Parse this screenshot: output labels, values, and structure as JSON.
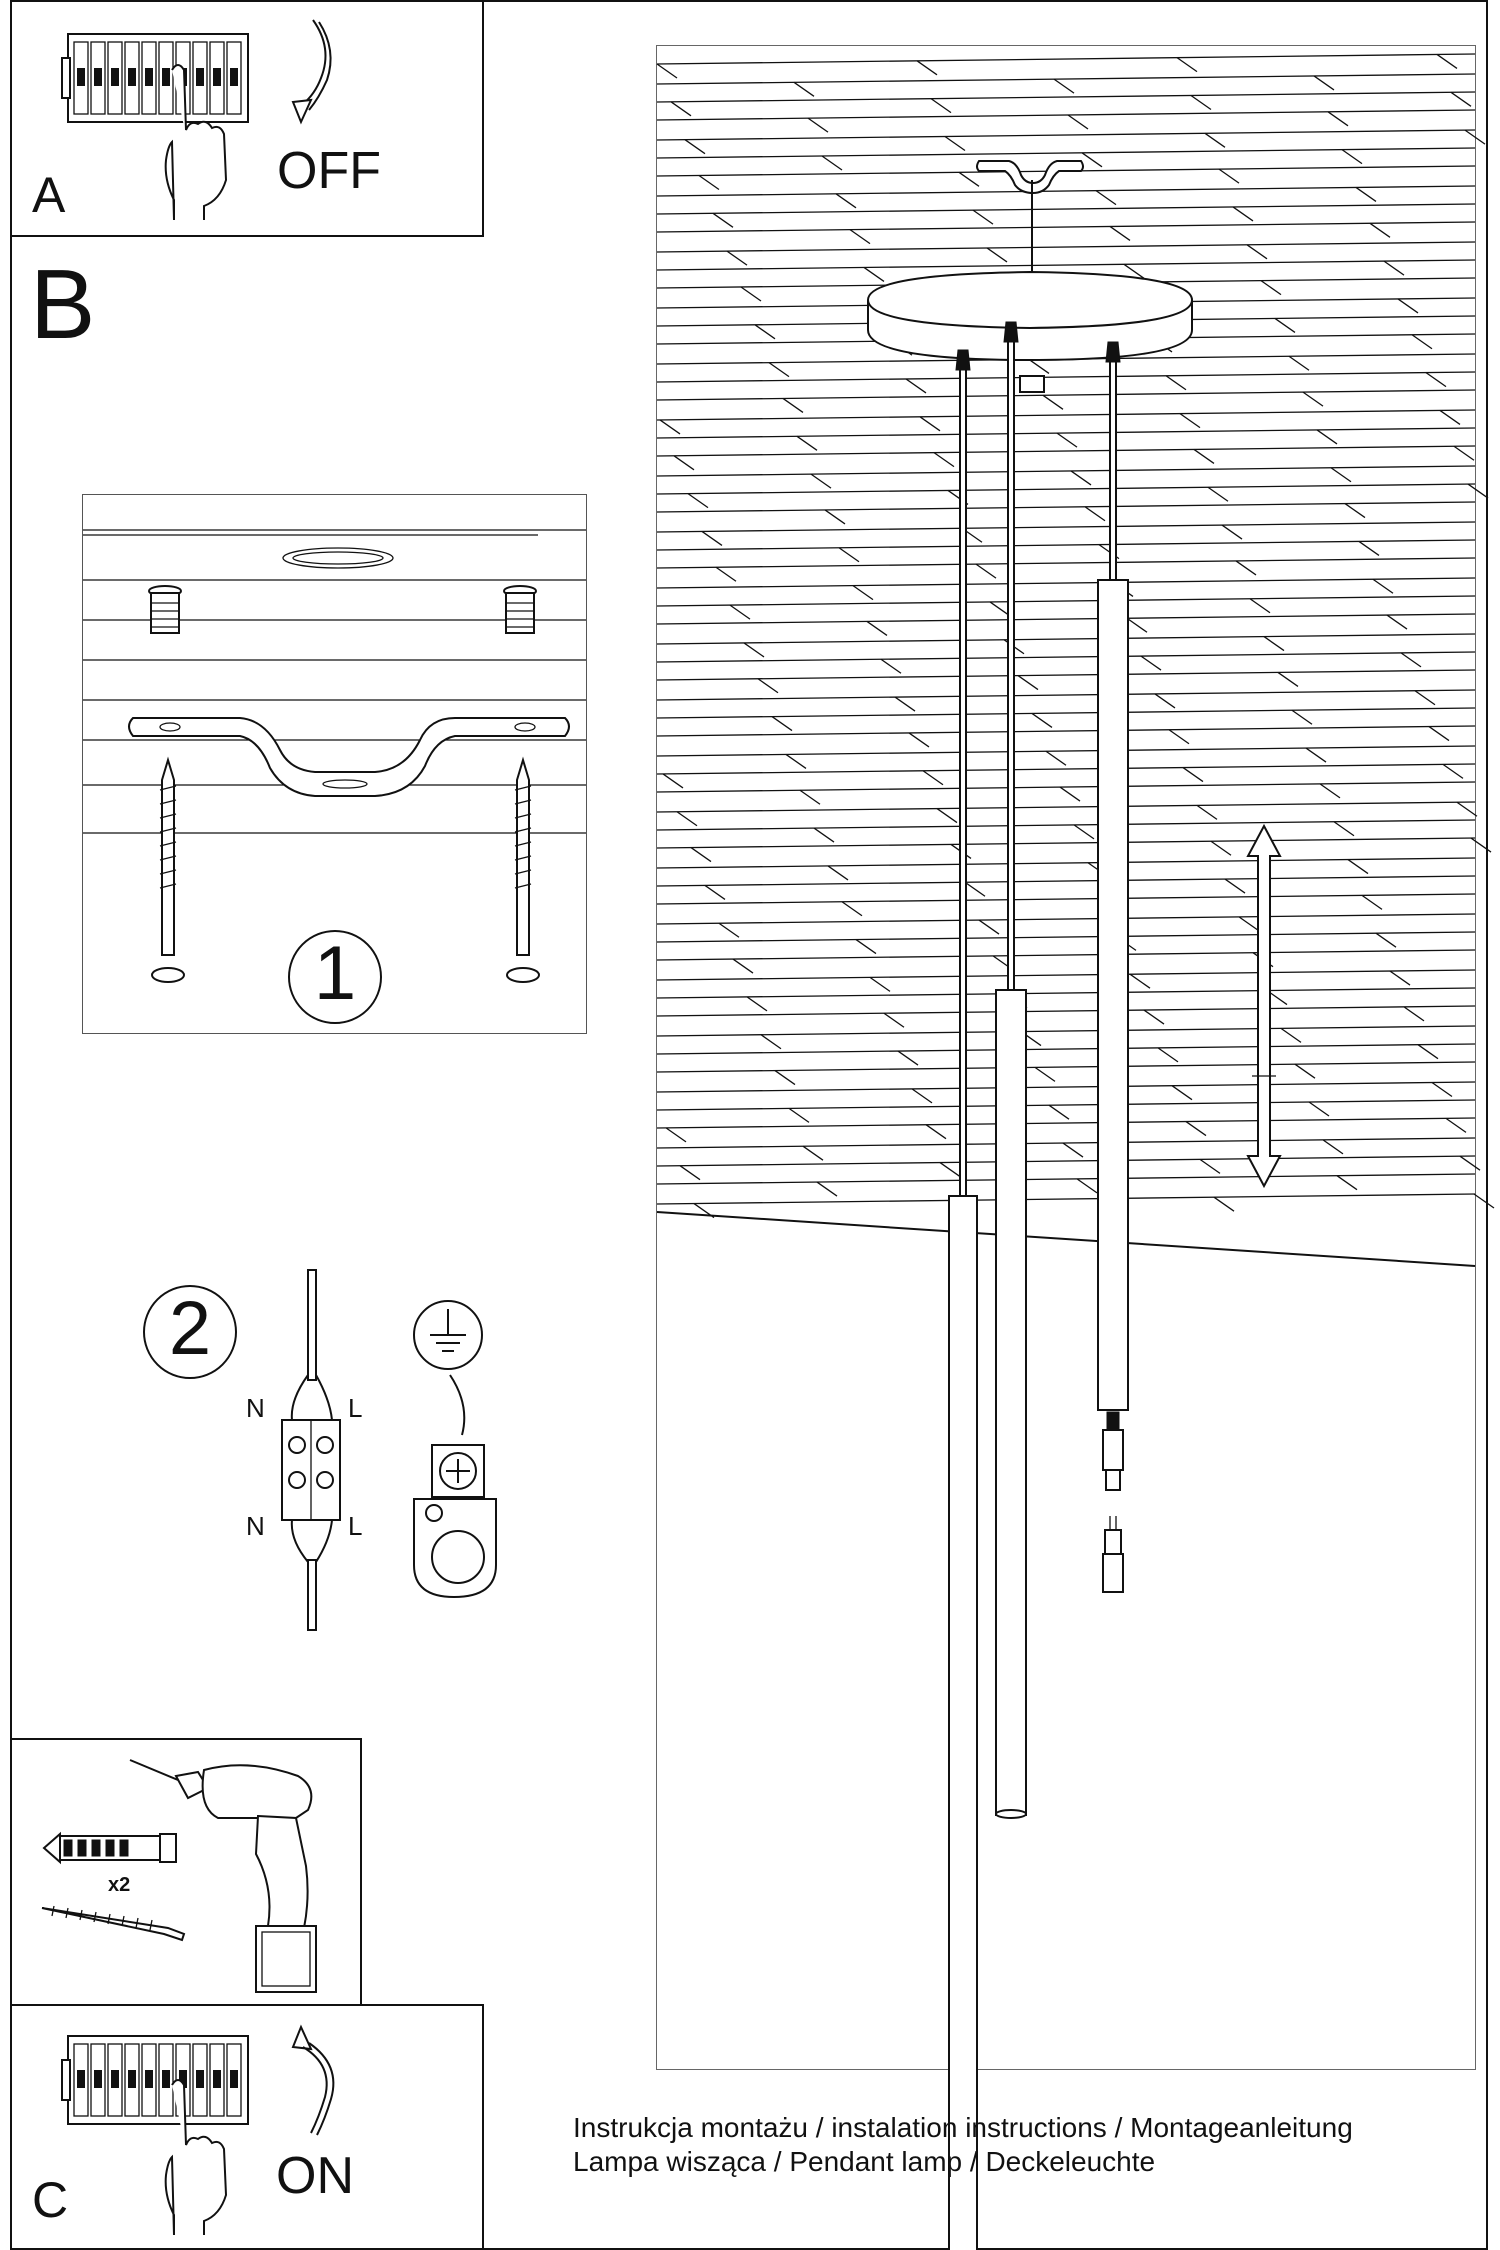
{
  "steps": {
    "a": {
      "letter": "A",
      "action": "OFF"
    },
    "b": {
      "letter": "B",
      "step1": "1",
      "step2": "2"
    },
    "c": {
      "letter": "C",
      "action": "ON"
    }
  },
  "wiring": {
    "neutral_top": "N",
    "live_top": "L",
    "neutral_bottom": "N",
    "live_bottom": "L"
  },
  "tools": {
    "quantity": "x2"
  },
  "caption": {
    "line1": "Instrukcja montażu / instalation instructions / Montageanleitung",
    "line2": "Lampa wisząca / Pendant lamp / Deckeleuchte"
  },
  "icons": [
    "breaker-panel-icon",
    "hand-icon",
    "curved-arrow-icon",
    "mounting-bracket-icon",
    "screw-icon",
    "wall-plug-icon",
    "terminal-block-icon",
    "ground-symbol-icon",
    "ground-lug-icon",
    "drill-icon",
    "canopy-icon",
    "pendant-tube-icon",
    "bulb-socket-icon",
    "bulb-icon",
    "double-arrow-icon"
  ]
}
